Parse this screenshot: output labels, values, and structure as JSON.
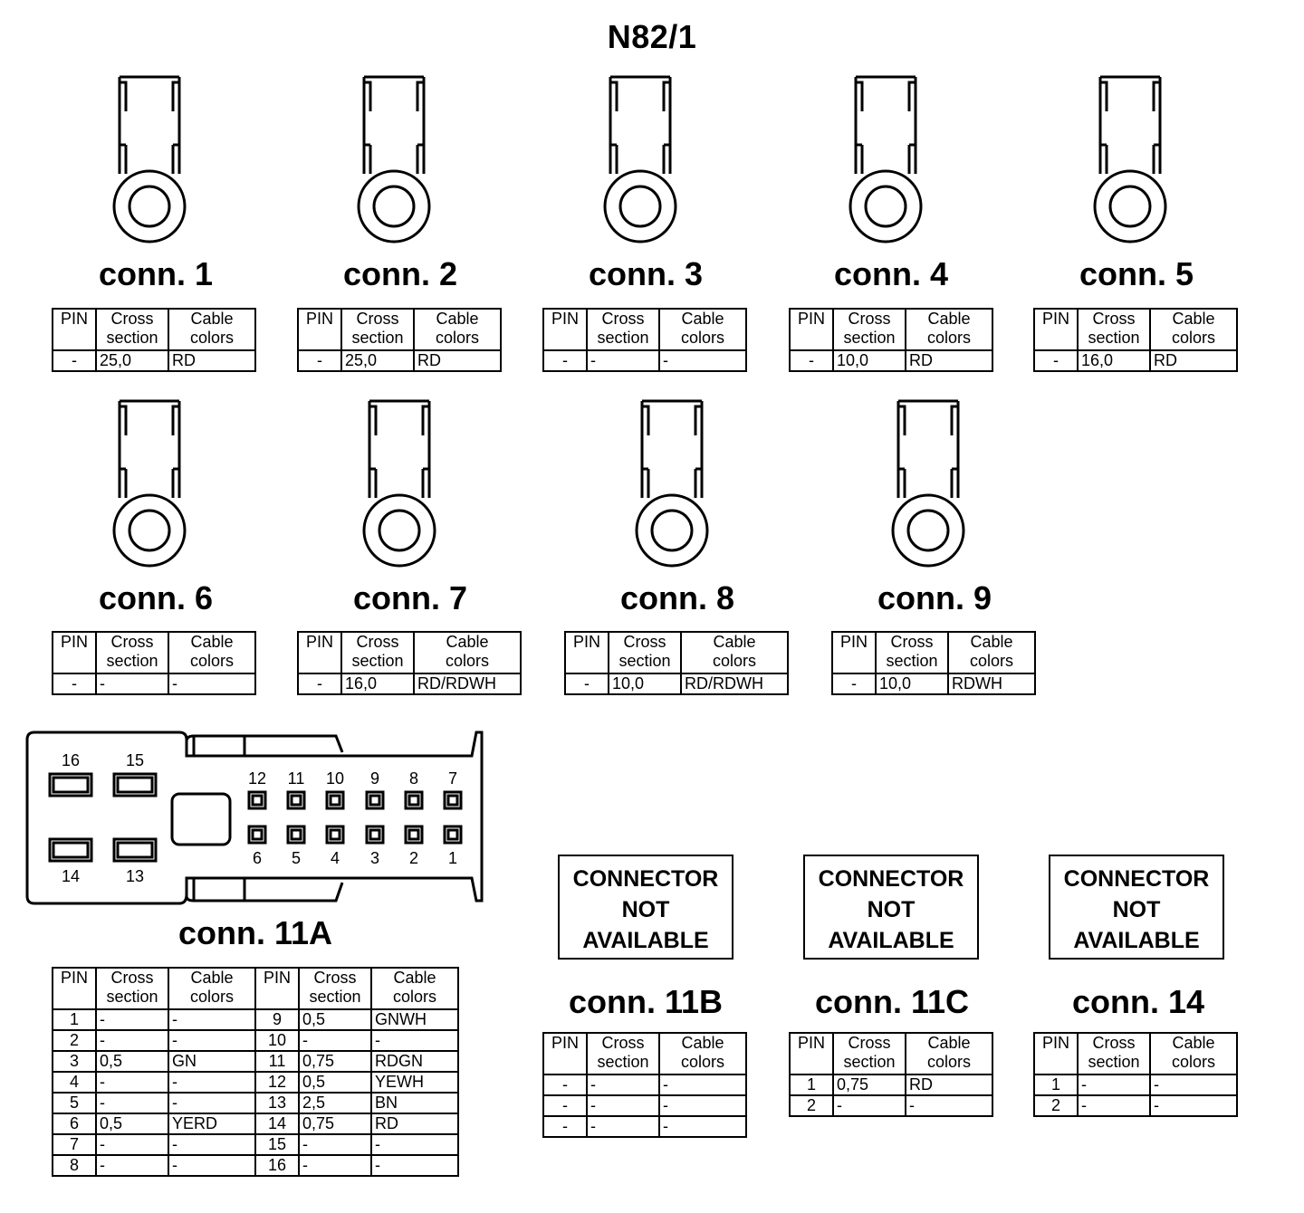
{
  "title": "N82/1",
  "header": {
    "pin": "PIN",
    "cross1": "Cross",
    "cross2": "section",
    "cable1": "Cable",
    "cable2": "colors"
  },
  "terminal_connectors": [
    {
      "label": "conn. 1",
      "rows": [
        [
          "-",
          "25,0",
          "RD"
        ]
      ]
    },
    {
      "label": "conn. 2",
      "rows": [
        [
          "-",
          "25,0",
          "RD"
        ]
      ]
    },
    {
      "label": "conn. 3",
      "rows": [
        [
          "-",
          "-",
          "-"
        ]
      ]
    },
    {
      "label": "conn. 4",
      "rows": [
        [
          "-",
          "10,0",
          "RD"
        ]
      ]
    },
    {
      "label": "conn. 5",
      "rows": [
        [
          "-",
          "16,0",
          "RD"
        ]
      ]
    },
    {
      "label": "conn. 6",
      "rows": [
        [
          "-",
          "-",
          "-"
        ]
      ]
    },
    {
      "label": "conn. 7",
      "rows": [
        [
          "-",
          "16,0",
          "RD/RDWH"
        ]
      ]
    },
    {
      "label": "conn. 8",
      "rows": [
        [
          "-",
          "10,0",
          "RD/RDWH"
        ]
      ]
    },
    {
      "label": "conn. 9",
      "rows": [
        [
          "-",
          "10,0",
          "RDWH"
        ]
      ]
    }
  ],
  "conn11a": {
    "label": "conn. 11A",
    "pin_labels": {
      "large_top": [
        "16",
        "15"
      ],
      "large_bottom": [
        "14",
        "13"
      ],
      "small_top": [
        "12",
        "11",
        "10",
        "9",
        "8",
        "7"
      ],
      "small_bottom": [
        "6",
        "5",
        "4",
        "3",
        "2",
        "1"
      ]
    },
    "rows": [
      [
        "1",
        "-",
        "-",
        "9",
        "0,5",
        "GNWH"
      ],
      [
        "2",
        "-",
        "-",
        "10",
        "-",
        "-"
      ],
      [
        "3",
        "0,5",
        "GN",
        "11",
        "0,75",
        "RDGN"
      ],
      [
        "4",
        "-",
        "-",
        "12",
        "0,5",
        "YEWH"
      ],
      [
        "5",
        "-",
        "-",
        "13",
        "2,5",
        "BN"
      ],
      [
        "6",
        "0,5",
        "YERD",
        "14",
        "0,75",
        "RD"
      ],
      [
        "7",
        "-",
        "-",
        "15",
        "-",
        "-"
      ],
      [
        "8",
        "-",
        "-",
        "16",
        "-",
        "-"
      ]
    ]
  },
  "not_available": {
    "line1": "CONNECTOR",
    "line2": "NOT",
    "line3": "AVAILABLE"
  },
  "other_connectors": [
    {
      "label": "conn. 11B",
      "rows": [
        [
          "-",
          "-",
          "-"
        ],
        [
          "-",
          "-",
          "-"
        ],
        [
          "-",
          "-",
          "-"
        ]
      ]
    },
    {
      "label": "conn. 11C",
      "rows": [
        [
          "1",
          "0,75",
          "RD"
        ],
        [
          "2",
          "-",
          "-"
        ]
      ]
    },
    {
      "label": "conn. 14",
      "rows": [
        [
          "1",
          "-",
          "-"
        ],
        [
          "2",
          "-",
          "-"
        ]
      ]
    }
  ]
}
